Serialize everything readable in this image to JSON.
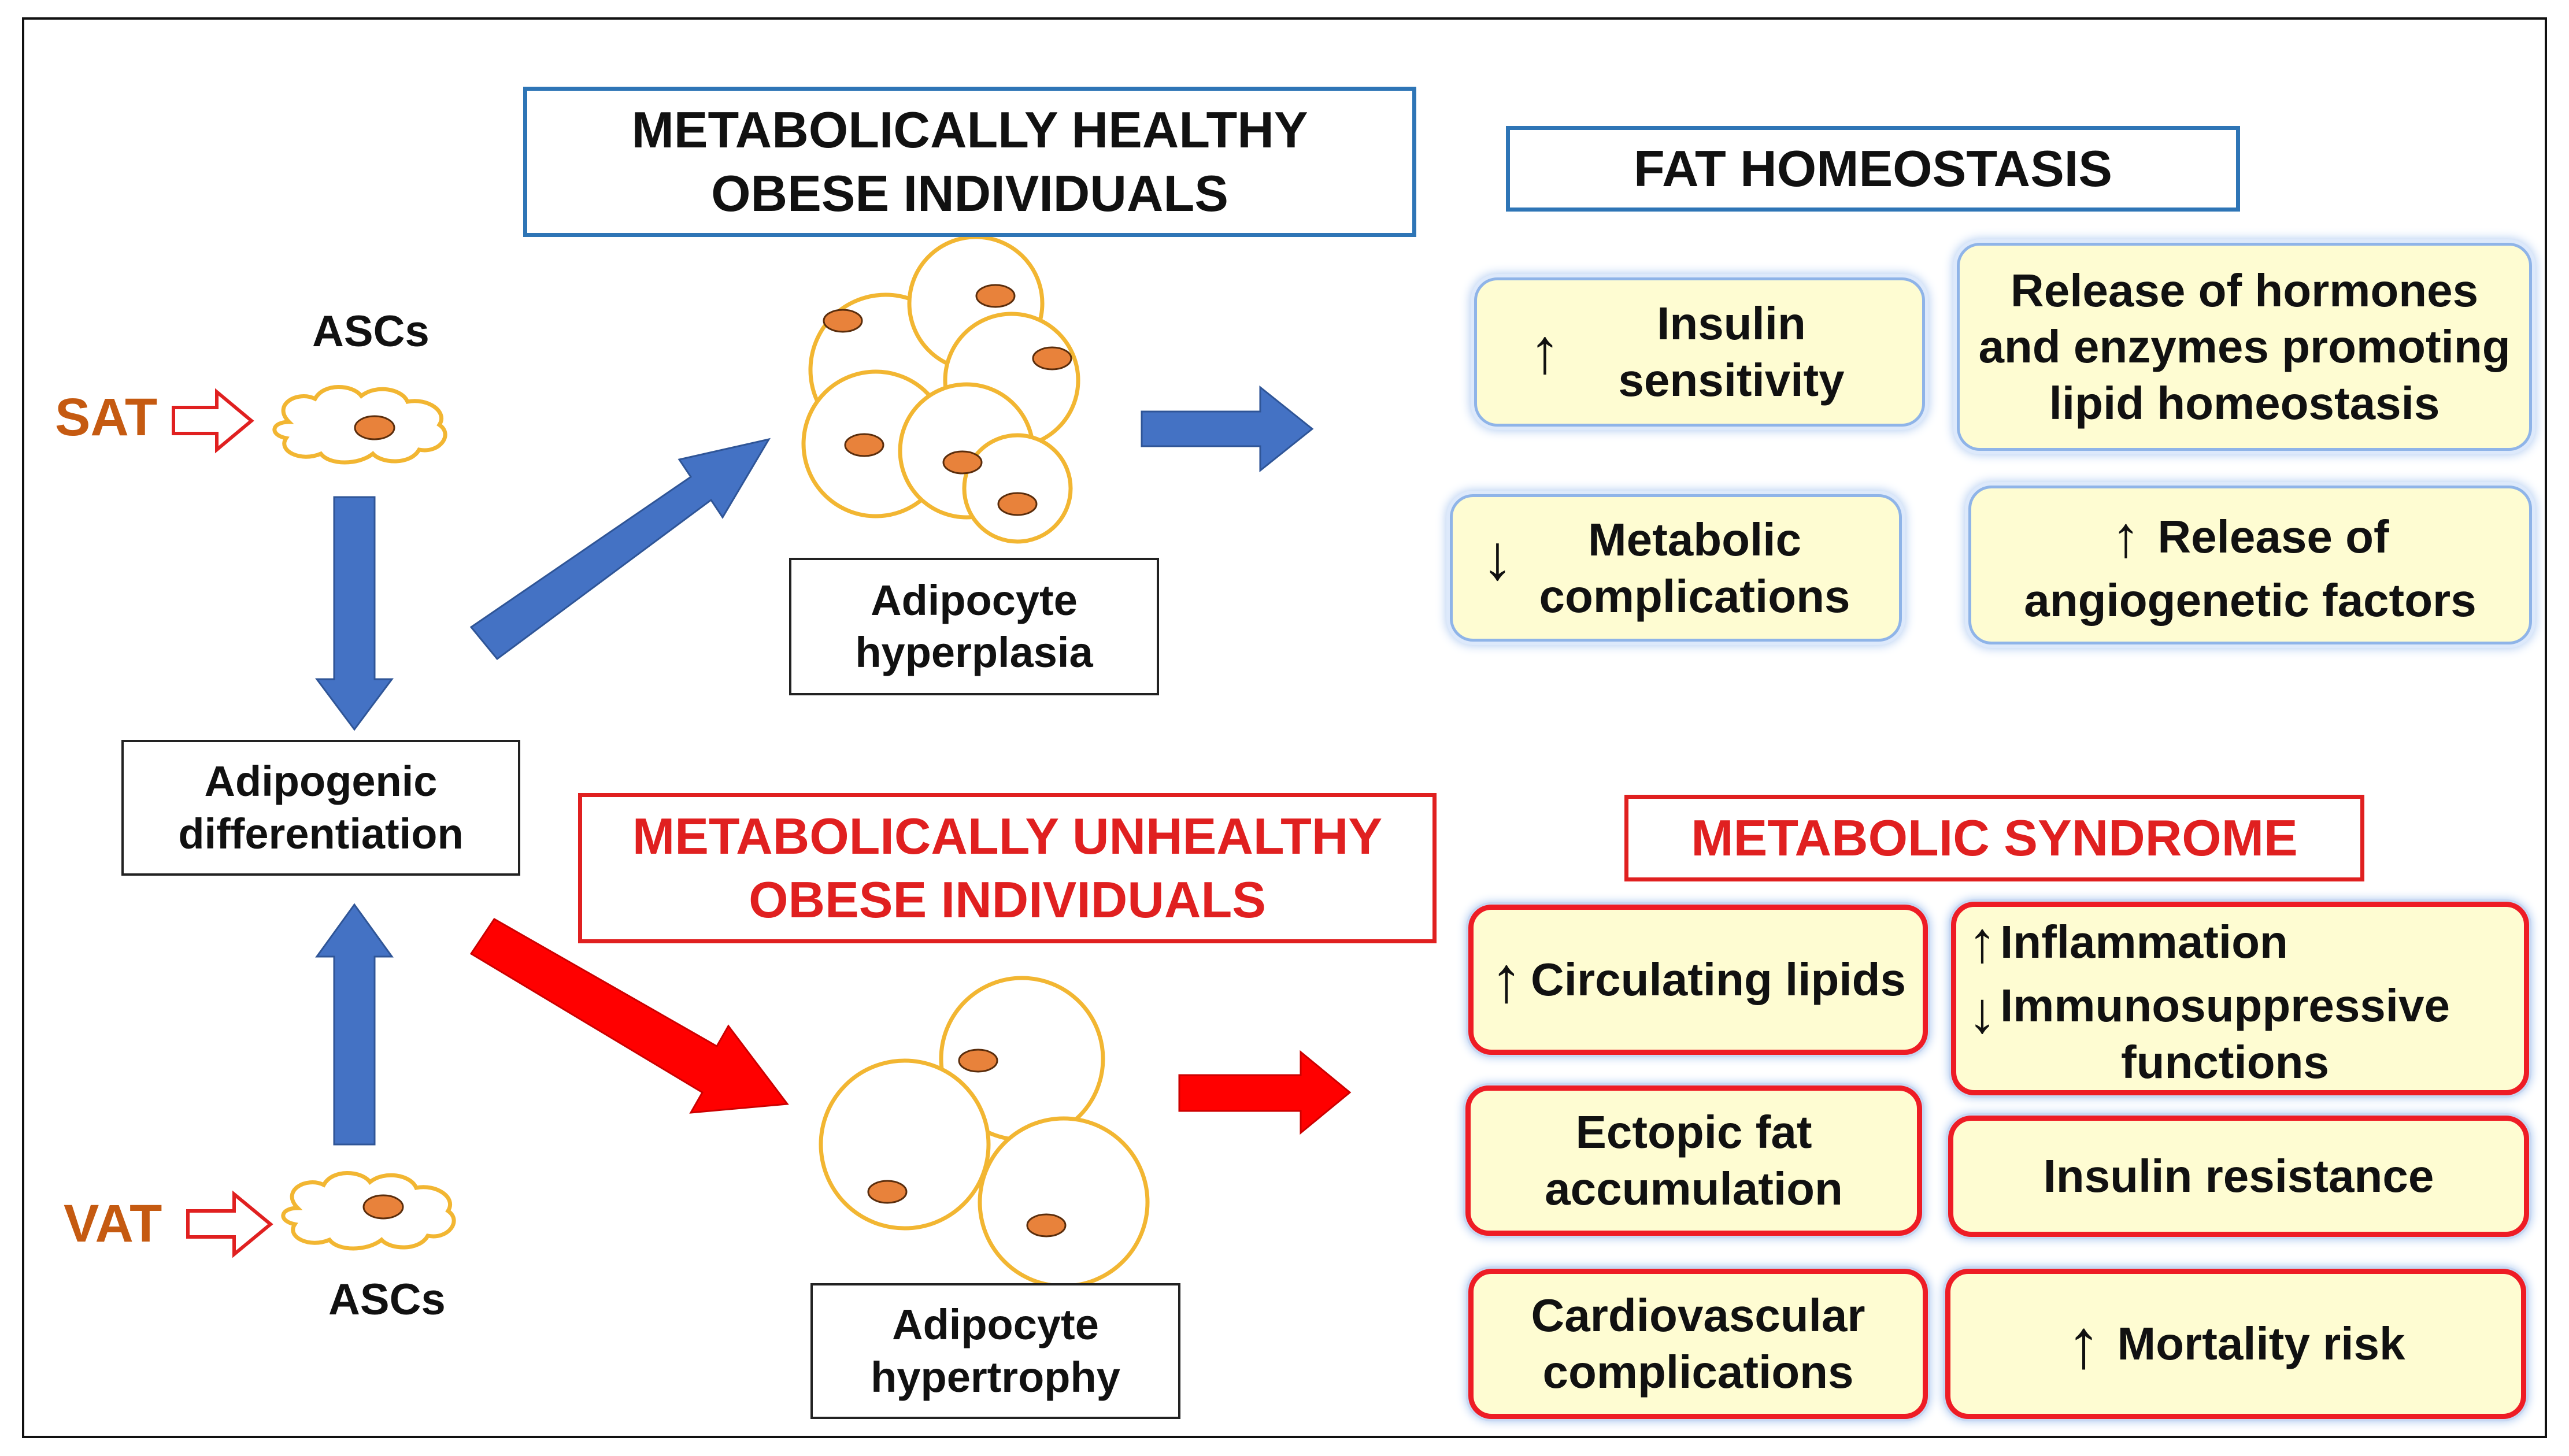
{
  "left": {
    "sat_label": "SAT",
    "vat_label": "VAT",
    "ascs_top": "ASCs",
    "ascs_bottom": "ASCs",
    "differentiation": [
      "Adipogenic",
      "differentiation"
    ]
  },
  "healthy": {
    "title": [
      "METABOLICALLY HEALTHY",
      "OBESE INDIVIDUALS"
    ],
    "process": [
      "Adipocyte",
      "hyperplasia"
    ],
    "outcome_title": "FAT HOMEOSTASIS",
    "outcomes": {
      "insulin": [
        "Insulin",
        "sensitivity"
      ],
      "hormones": [
        "Release of hormones",
        "and enzymes promoting",
        "lipid homeostasis"
      ],
      "metabolic": [
        "Metabolic",
        "complications"
      ],
      "angio": [
        "Release of",
        "angiogenetic factors"
      ]
    }
  },
  "unhealthy": {
    "title": [
      "METABOLICALLY UNHEALTHY",
      "OBESE INDIVIDUALS"
    ],
    "process": [
      "Adipocyte",
      "hypertrophy"
    ],
    "outcome_title": "METABOLIC SYNDROME",
    "outcomes": {
      "lipids": "Circulating lipids",
      "inflammation": "Inflammation",
      "immuno": [
        "Immunosuppressive",
        "functions"
      ],
      "ectopic": [
        "Ectopic fat",
        "accumulation"
      ],
      "insulin_res": "Insulin resistance",
      "cardio": [
        "Cardiovascular",
        "complications"
      ],
      "mortality": "Mortality risk"
    }
  },
  "symbols": {
    "up": "↑",
    "down": "↓"
  },
  "colors": {
    "blue_arrow": "#4472c4",
    "red_arrow": "#ff0000",
    "cell_outline": "#f2b632",
    "nucleus": "#e8823b",
    "tissue_label": "#c55a11",
    "box_fill": "#fefcd2"
  }
}
